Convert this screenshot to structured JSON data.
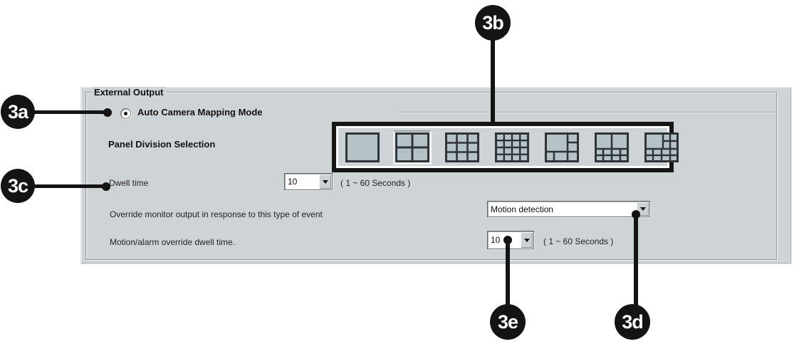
{
  "callouts": {
    "a": "3a",
    "b": "3b",
    "c": "3c",
    "d": "3d",
    "e": "3e"
  },
  "dialog": {
    "group_title": "External Output",
    "auto_mode": {
      "label": "Auto Camera Mapping Mode",
      "selected": true
    },
    "panel_division": {
      "label": "Panel Division Selection",
      "options": [
        {
          "name": "1-division",
          "selected": false
        },
        {
          "name": "4-division",
          "selected": true
        },
        {
          "name": "9-division",
          "selected": false
        },
        {
          "name": "16-division",
          "selected": false
        },
        {
          "name": "6-division",
          "selected": false
        },
        {
          "name": "10-division",
          "selected": false
        },
        {
          "name": "13-division",
          "selected": false
        }
      ]
    },
    "dwell_time": {
      "label": "Dwell time",
      "value": "10",
      "hint": "( 1 ~ 60 Seconds )"
    },
    "override_event": {
      "label": "Override monitor output in response to this type of event",
      "value": "Motion detection"
    },
    "override_dwell": {
      "label": "Motion/alarm override dwell time.",
      "value": "10",
      "hint": "( 1 ~ 60 Seconds )"
    }
  },
  "colors": {
    "dialog_bg": "#ced3d5",
    "pane_fill": "#b5c3c7",
    "icon_stroke": "#2f3438",
    "callout": "#141414"
  }
}
